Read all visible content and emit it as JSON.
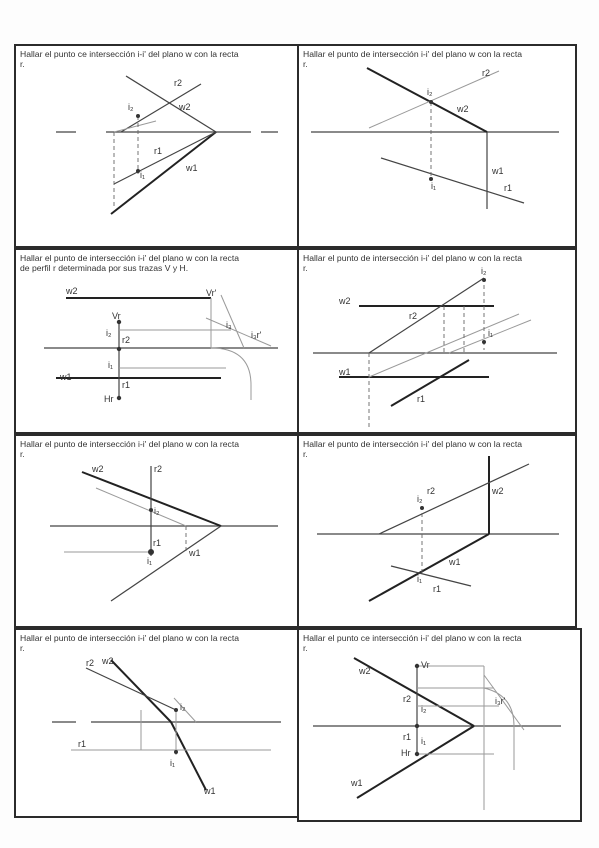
{
  "panels": [
    {
      "title_lines": [
        "Hallar el punto ce intersección i-i' del plano w con la recta",
        "r."
      ],
      "labels": {
        "a": "r2",
        "b": "w2",
        "c": "r1",
        "d": "w1",
        "e": "i₂",
        "f": "i₁"
      }
    },
    {
      "title_lines": [
        "Hallar el punto de intersección i-i' del plano w con la recta",
        "r."
      ],
      "labels": {
        "a": "r2",
        "b": "w2",
        "c": "w1",
        "d": "r1",
        "e": "i₂",
        "f": "i₁"
      }
    },
    {
      "title_lines": [
        "Hallar el punto de intersección i-i' del plano w con la recta",
        "de perfil r determinada por sus trazas V y H."
      ],
      "labels": {
        "a": "w2",
        "b": "Vr",
        "c": "r2",
        "d": "w1",
        "e": "r1",
        "f": "Hr",
        "g": "i₂",
        "h": "i₁",
        "i": "i₃",
        "j": "Vr'",
        "k": "i₃r'"
      }
    },
    {
      "title_lines": [
        "Hallar el punto de intersección i-i' del plano w con la recta",
        "r."
      ],
      "labels": {
        "a": "w2",
        "b": "r2",
        "c": "w1",
        "d": "r1",
        "e": "i₂",
        "f": "i₁"
      }
    },
    {
      "title_lines": [
        "Hallar el punto de intersección i-i' del plano w con la recta",
        "r."
      ],
      "labels": {
        "a": "w2",
        "b": "r2",
        "c": "r1",
        "d": "w1",
        "e": "i₂",
        "f": "i₁"
      }
    },
    {
      "title_lines": [
        "Hallar el punto de intersección i-i' del plano w con la recta",
        "r."
      ],
      "labels": {
        "a": "r2",
        "b": "w2",
        "c": "w1",
        "d": "r1",
        "e": "i₂",
        "f": "i₁"
      }
    },
    {
      "title_lines": [
        "Hallar el punto de intersección i-i' del plano w con la recta",
        "r."
      ],
      "labels": {
        "a": "r2",
        "b": "w2",
        "c": "r1",
        "d": "w1",
        "e": "i₂",
        "f": "i₁"
      }
    },
    {
      "title_lines": [
        "Hallar el punto ce intersección i-i' del plano w con la recta",
        "r."
      ],
      "labels": {
        "a": "w2",
        "b": "Vr",
        "c": "r2",
        "d": "r1",
        "e": "Hr",
        "f": "w1",
        "g": "i₂",
        "h": "i₁",
        "i": "i₃r'"
      }
    }
  ]
}
